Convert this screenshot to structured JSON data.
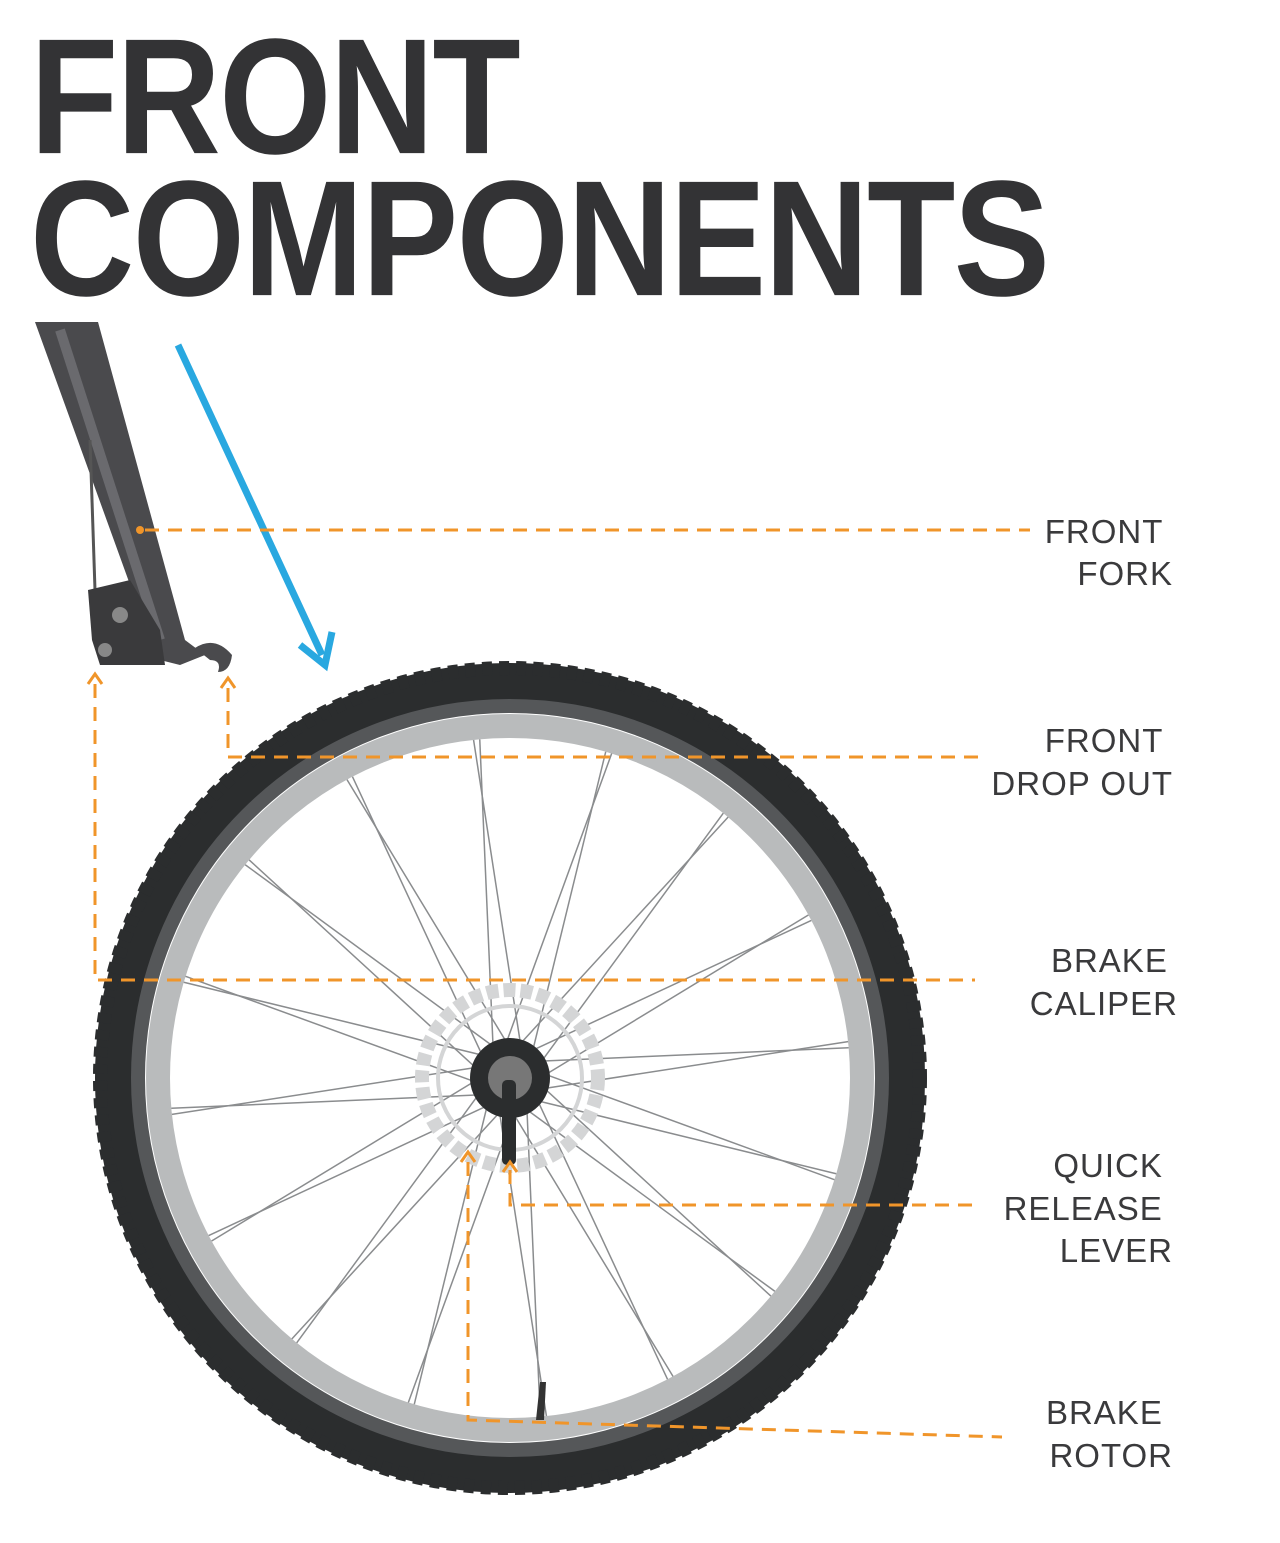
{
  "title": {
    "line1": "FRONT",
    "line2": "COMPONENTS"
  },
  "labels": {
    "front_fork": [
      "FRONT",
      "FORK"
    ],
    "front_drop_out": [
      "FRONT",
      "DROP OUT"
    ],
    "brake_caliper": [
      "BRAKE",
      "CALIPER"
    ],
    "quick_release_lever": [
      "QUICK",
      "RELEASE",
      "LEVER"
    ],
    "brake_rotor": [
      "BRAKE",
      "ROTOR"
    ]
  },
  "colors": {
    "leader": "#f0952a",
    "arrow": "#29a8e0",
    "tire": "#2b2d2e",
    "rim": "#b9bbbc",
    "text": "#333335"
  }
}
